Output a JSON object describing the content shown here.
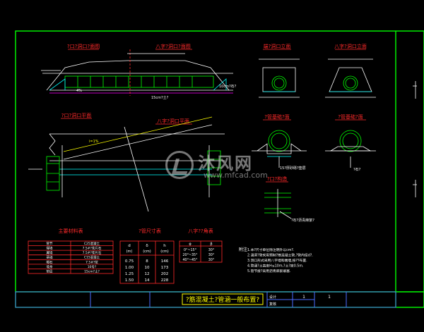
{
  "drawing": {
    "title_block_text": "?筋混凝土?管涵一般布置?",
    "title_block_small_1": "设计",
    "title_block_small_2": "复核",
    "page_no": "1",
    "page_total": "1"
  },
  "views": {
    "elevation_left": "?口?洞口?面图",
    "elevation_right": "八字?洞口?面图",
    "front_left": "端?洞口立面",
    "front_right": "八字?洞口立面",
    "plan_left": "?口?洞口平面",
    "plan_right": "八字?洞口平面",
    "section_left": "?管基础?面",
    "section_right": "?管基础?面",
    "joint_detail": "?口?构造"
  },
  "annotations": {
    "elev_dim_left": "4%",
    "elev_note_1": "15cm?土?",
    "elev_note_2": "10cm?石?",
    "plan_label": "i=1%",
    "section_note": "15?厚砂砾?垫层",
    "section_note_2": "?石?",
    "joint_note": "?石?沥青麻絮?"
  },
  "material_table": {
    "title": "主要材料表",
    "rows": [
      [
        "管节",
        "C25混凝土"
      ],
      [
        "端墙",
        "7.5#?浆片石"
      ],
      [
        "翼墙",
        "7.5#?浆片石"
      ],
      [
        "基础",
        "C15混凝土"
      ],
      [
        "帽石",
        "7.5#?浆"
      ],
      [
        "墙身",
        "10号?"
      ],
      [
        "垫层",
        "15cm?土?"
      ]
    ]
  },
  "pipe_table": {
    "title": "?管尺寸表",
    "headers": [
      "d",
      "δ",
      "h"
    ],
    "units": [
      "(m)",
      "(cm)",
      "(cm)"
    ],
    "rows": [
      [
        "0.75",
        "8",
        "146"
      ],
      [
        "1.00",
        "10",
        "173"
      ],
      [
        "1.25",
        "12",
        "202"
      ],
      [
        "1.50",
        "14",
        "228"
      ]
    ]
  },
  "angle_table": {
    "title": "八字??角表",
    "headers": [
      "φ",
      "β"
    ],
    "rows": [
      [
        "0°~15°",
        "30°"
      ],
      [
        "20°~35°",
        "30°"
      ],
      [
        "40°~45°",
        "30°"
      ]
    ]
  },
  "notes": {
    "head": "附注",
    "lines": [
      "1.本?尺寸单位除注明外以cm?.",
      "2.涵洞?管采用预制?筋混凝土管,?管内径d?.",
      "3.洞口形式采用八字墙和端墙,按??布置.",
      "4.管涵?土高度H≤10m,?土?度0.5m.",
      "5.管节接?采用沥青麻絮填塞."
    ]
  },
  "watermark": {
    "brand": "沐风网",
    "url": "www.mfcad.com"
  },
  "colors": {
    "frame": "#00ff00",
    "red_text": "#ff2a2a",
    "magenta": "#ff00ff",
    "cyan": "#00ffff",
    "yellow": "#ffff00"
  }
}
